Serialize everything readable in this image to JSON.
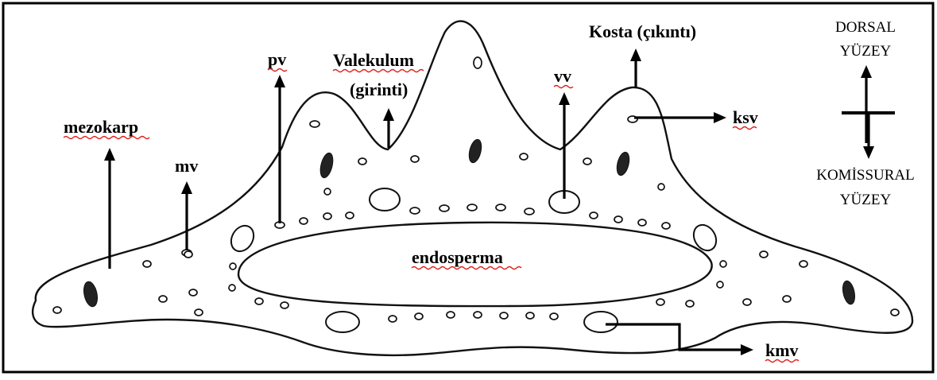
{
  "labels": {
    "mezokarp": "mezokarp",
    "mv": "mv",
    "pv": "pv",
    "valekulum_line1": "Valekulum",
    "valekulum_line2": "(girinti)",
    "vv": "vv",
    "kosta": "Kosta (çıkıntı)",
    "ksv": "ksv",
    "endosperma": "endosperma",
    "kmv": "kmv"
  },
  "orientation": {
    "dorsal_line1": "DORSAL",
    "dorsal_line2": "YÜZEY",
    "komissural_line1": "KOMİSSURAL",
    "komissural_line2": "YÜZEY"
  },
  "colors": {
    "line": "#000000",
    "spellcheck_underline": "#e0201a",
    "background": "#ffffff"
  }
}
